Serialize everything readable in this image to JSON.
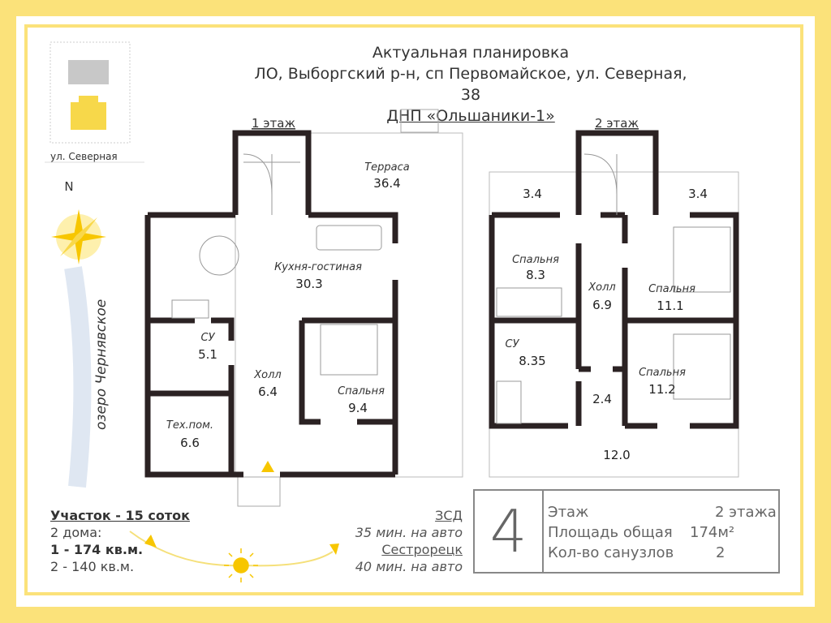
{
  "header": {
    "line1": "Актуальная планировка",
    "line2": "ЛО, Выборгский р-н, сп Первомайское, ул. Северная, 38",
    "line3": "ДНП «Ольшаники-1»"
  },
  "site_map": {
    "street": "ул. Северная",
    "north": "N",
    "lake": "озеро Чернявское"
  },
  "floor1": {
    "label": "1 этаж",
    "rooms": [
      {
        "name": "Терраса",
        "area": "36.4"
      },
      {
        "name": "Кухня-гостиная",
        "area": "30.3"
      },
      {
        "name": "СУ",
        "area": "5.1"
      },
      {
        "name": "Холл",
        "area": "6.4"
      },
      {
        "name": "Спальня",
        "area": "9.4"
      },
      {
        "name": "Тех.пом.",
        "area": "6.6"
      }
    ]
  },
  "floor2": {
    "label": "2 этаж",
    "rooms": [
      {
        "name": "",
        "area": "3.4"
      },
      {
        "name": "",
        "area": "3.4"
      },
      {
        "name": "Спальня",
        "area": "8.3"
      },
      {
        "name": "Холл",
        "area": "6.9"
      },
      {
        "name": "Спальня",
        "area": "11.1"
      },
      {
        "name": "СУ",
        "area": "8.35"
      },
      {
        "name": "",
        "area": "2.4"
      },
      {
        "name": "Спальня",
        "area": "11.2"
      },
      {
        "name": "",
        "area": "12.0"
      }
    ]
  },
  "plot": {
    "title": "Участок - 15 соток",
    "houses": "2 дома:",
    "house1": "1 - 174 кв.м.",
    "house2": "2 - 140 кв.м."
  },
  "distances": [
    {
      "place": "ЗСД",
      "time": "35 мин. на авто"
    },
    {
      "place": "Сестрорецк",
      "time": "40 мин. на авто"
    }
  ],
  "specs": {
    "number": "4",
    "rows": [
      {
        "label": "Этаж",
        "value": "2 этажа"
      },
      {
        "label": "Площадь общая",
        "value": "174м²"
      },
      {
        "label": "Кол-во санузлов",
        "value": "2"
      }
    ]
  },
  "colors": {
    "accent": "#fbe27a",
    "sun": "#f7c600",
    "wall": "#2b2223"
  }
}
